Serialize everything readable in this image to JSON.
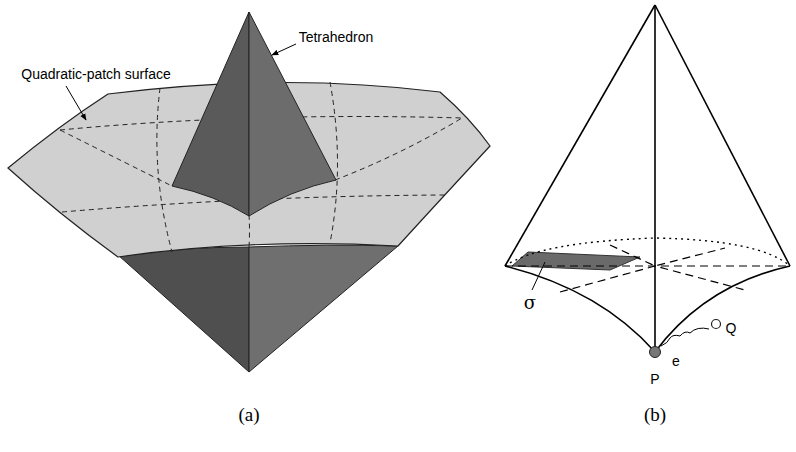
{
  "diagram": {
    "labels": [
      "Quadratic-patch surface",
      "Tetrahedron",
      "σ",
      "P",
      "e",
      "Q",
      "(a)",
      "(b)"
    ]
  }
}
